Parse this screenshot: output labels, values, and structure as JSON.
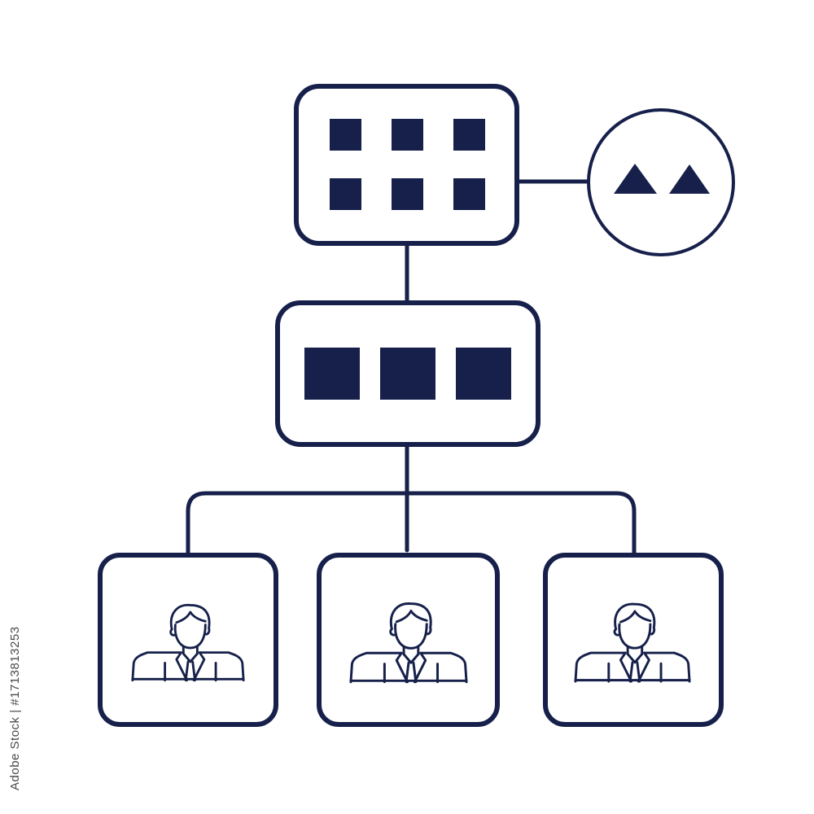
{
  "colors": {
    "ink": "#16204a",
    "background": "#ffffff"
  },
  "watermark": {
    "text": "Adobe Stock | #1713813253"
  },
  "nodes": {
    "top_box": {
      "icon": "grid-2x3-squares-icon",
      "square_count": 6
    },
    "side_circle": {
      "icon": "twin-triangles-icon"
    },
    "middle_box": {
      "icon": "row-of-3-squares-icon",
      "square_count": 3
    },
    "people": [
      {
        "icon": "businessman-icon"
      },
      {
        "icon": "businessman-icon"
      },
      {
        "icon": "businessman-icon"
      }
    ]
  }
}
